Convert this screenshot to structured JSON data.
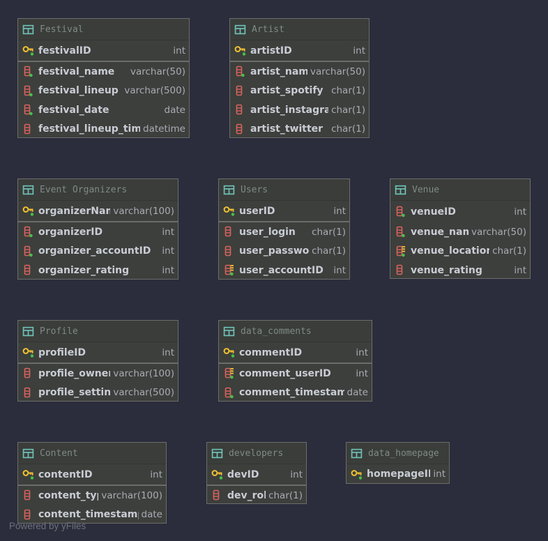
{
  "tables": [
    {
      "id": "festival",
      "title": "Festival",
      "columns": [
        {
          "name": "festivalID",
          "type": "int",
          "kind": "pk"
        },
        {
          "name": "festival_name",
          "type": "varchar(50)",
          "kind": "col"
        },
        {
          "name": "festival_lineup",
          "type": "varchar(500)",
          "kind": "col"
        },
        {
          "name": "festival_date",
          "type": "date",
          "kind": "col"
        },
        {
          "name": "festival_lineup_times",
          "type": "datetime",
          "kind": "col-plain"
        }
      ]
    },
    {
      "id": "artist",
      "title": "Artist",
      "columns": [
        {
          "name": "artistID",
          "type": "int",
          "kind": "pk"
        },
        {
          "name": "artist_name",
          "type": "varchar(50)",
          "kind": "col"
        },
        {
          "name": "artist_spotify",
          "type": "char(1)",
          "kind": "col-plain"
        },
        {
          "name": "artist_instagram",
          "type": "char(1)",
          "kind": "col-plain"
        },
        {
          "name": "artist_twitter",
          "type": "char(1)",
          "kind": "col-plain"
        }
      ]
    },
    {
      "id": "event-organizers",
      "title": "Event Organizers",
      "columns": [
        {
          "name": "organizerName",
          "type": "varchar(100)",
          "kind": "pk"
        },
        {
          "name": "organizerID",
          "type": "int",
          "kind": "col"
        },
        {
          "name": "organizer_accountID",
          "type": "int",
          "kind": "col"
        },
        {
          "name": "organizer_rating",
          "type": "int",
          "kind": "col-plain"
        }
      ]
    },
    {
      "id": "users",
      "title": "Users",
      "columns": [
        {
          "name": "userID",
          "type": "int",
          "kind": "pk"
        },
        {
          "name": "user_login",
          "type": "char(1)",
          "kind": "col-plain"
        },
        {
          "name": "user_password",
          "type": "char(1)",
          "kind": "col-plain"
        },
        {
          "name": "user_accountID",
          "type": "int",
          "kind": "fk"
        }
      ]
    },
    {
      "id": "venue",
      "title": "Venue",
      "columns": [
        {
          "name": "venueID",
          "type": "int",
          "kind": "col"
        },
        {
          "name": "venue_name",
          "type": "varchar(50)",
          "kind": "col"
        },
        {
          "name": "venue_location",
          "type": "char(1)",
          "kind": "fk"
        },
        {
          "name": "venue_rating",
          "type": "int",
          "kind": "col-plain"
        }
      ]
    },
    {
      "id": "profile",
      "title": "Profile",
      "columns": [
        {
          "name": "profileID",
          "type": "int",
          "kind": "pk"
        },
        {
          "name": "profile_owner",
          "type": "varchar(100)",
          "kind": "col-plain"
        },
        {
          "name": "profile_settings",
          "type": "varchar(500)",
          "kind": "col-plain"
        }
      ]
    },
    {
      "id": "data-comments",
      "title": "data_comments",
      "columns": [
        {
          "name": "commentID",
          "type": "int",
          "kind": "pk"
        },
        {
          "name": "comment_userID",
          "type": "int",
          "kind": "fk"
        },
        {
          "name": "comment_timestamp",
          "type": "date",
          "kind": "col"
        }
      ]
    },
    {
      "id": "content",
      "title": "Content",
      "columns": [
        {
          "name": "contentID",
          "type": "int",
          "kind": "pk"
        },
        {
          "name": "content_type",
          "type": "varchar(100)",
          "kind": "col-plain"
        },
        {
          "name": "content_timestamp",
          "type": "date",
          "kind": "col-plain"
        }
      ]
    },
    {
      "id": "developers",
      "title": "developers",
      "columns": [
        {
          "name": "devID",
          "type": "int",
          "kind": "pk"
        },
        {
          "name": "dev_role",
          "type": "char(1)",
          "kind": "col-plain"
        }
      ]
    },
    {
      "id": "data-homepage",
      "title": "data_homepage",
      "columns": [
        {
          "name": "homepageID",
          "type": "int",
          "kind": "pk"
        }
      ]
    }
  ],
  "watermark": "Powered by yFiles",
  "colors": {
    "background": "#2b2d3c",
    "table_fill": "#3c3f3c",
    "table_border": "#6b6d6c",
    "table_icon": "#6fbfb6",
    "key_icon": "#f2c230",
    "column_icon": "#d9625f",
    "not_null_dot": "#45c24a"
  }
}
